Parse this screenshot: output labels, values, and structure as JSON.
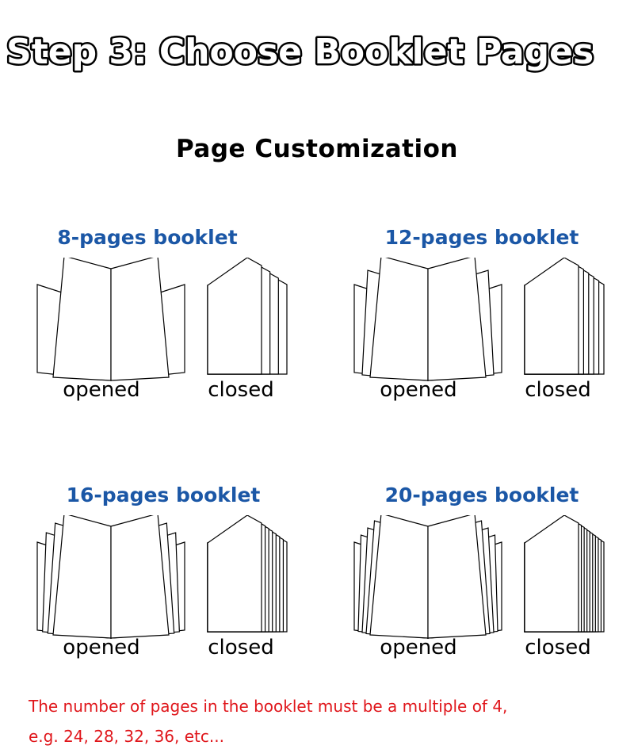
{
  "header": {
    "step_title": "Step 3: Choose Booklet Pages"
  },
  "section": {
    "title": "Page Customization"
  },
  "booklets": [
    {
      "title": "8-pages booklet",
      "opened_label": "opened",
      "closed_label": "closed",
      "pages": 8
    },
    {
      "title": "12-pages booklet",
      "opened_label": "opened",
      "closed_label": "closed",
      "pages": 12
    },
    {
      "title": "16-pages booklet",
      "opened_label": "opened",
      "closed_label": "closed",
      "pages": 16
    },
    {
      "title": "20-pages booklet",
      "opened_label": "opened",
      "closed_label": "closed",
      "pages": 20
    }
  ],
  "note": {
    "line1": "The number of pages in the booklet must be a multiple of 4,",
    "line2": "e.g. 24, 28, 32, 36, etc..."
  },
  "colors": {
    "booklet_title": "#1b57a6",
    "note": "#e0161b"
  }
}
